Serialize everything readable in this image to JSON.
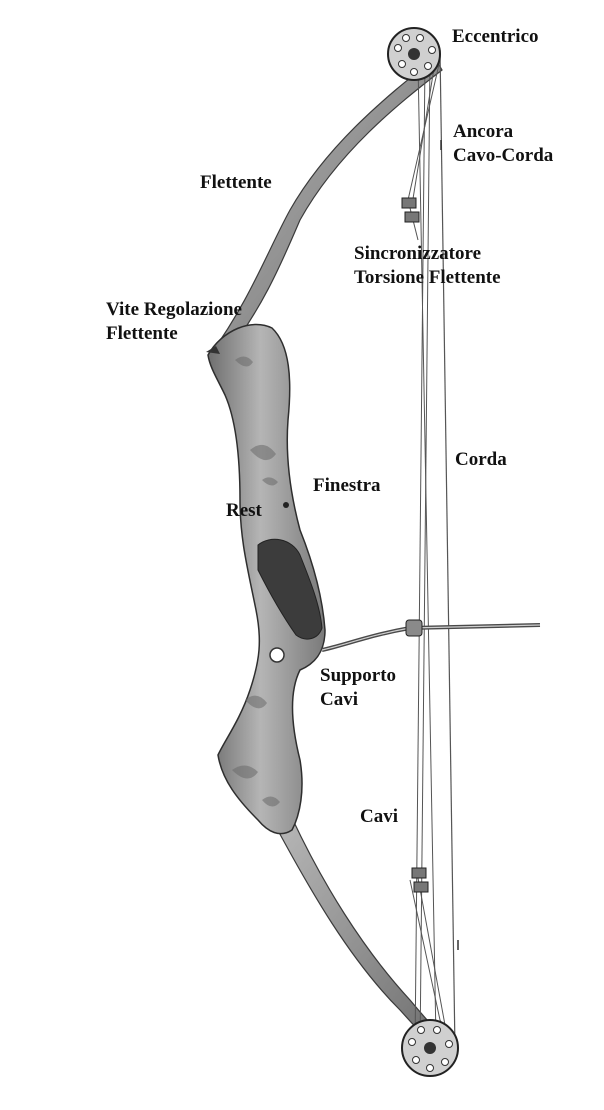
{
  "diagram": {
    "colors": {
      "ink": "#111111",
      "riser_dark": "#5a5a5a",
      "riser_mid": "#8c8c8c",
      "riser_light": "#c8c8c8",
      "limb": "#9a9a9a",
      "string": "#555555",
      "background": "#ffffff"
    },
    "labels": {
      "eccentrico": "Eccentrico",
      "ancora_line1": "Ancora",
      "ancora_line2": "Cavo-Corda",
      "flettente": "Flettente",
      "sincro_line1": "Sincronizzatore",
      "sincro_line2": "Torsione Flettente",
      "vite_line1": "Vite Regolazione",
      "vite_line2": "Flettente",
      "corda": "Corda",
      "finestra": "Finestra",
      "rest": "Rest",
      "supporto_line1": "Supporto",
      "supporto_line2": "Cavi",
      "cavi": "Cavi"
    }
  }
}
